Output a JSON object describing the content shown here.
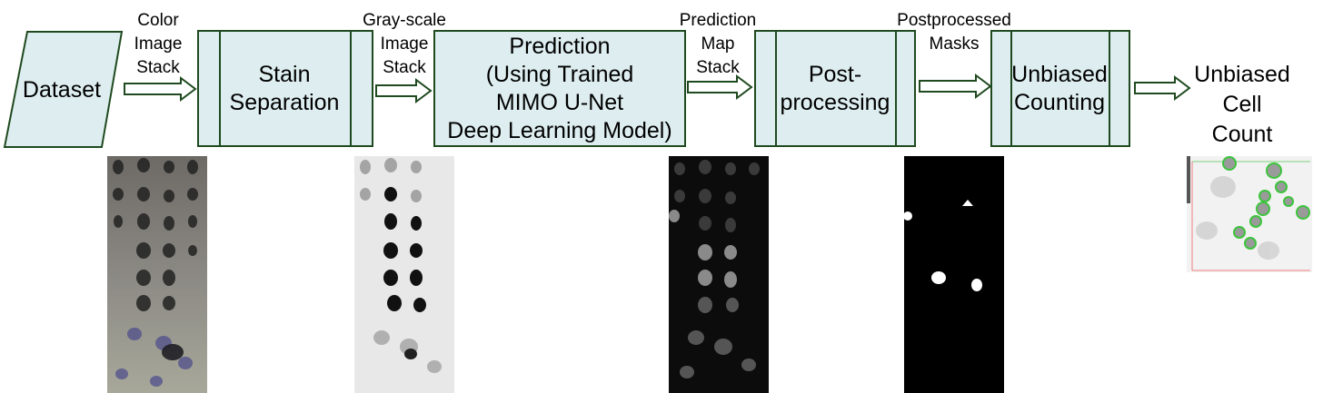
{
  "flow": {
    "dataset": "Dataset",
    "steps": [
      {
        "label": "Stain\nSeparation"
      },
      {
        "label": "Prediction\n(Using Trained\nMIMO U-Net\nDeep Learning Model)"
      },
      {
        "label": "Post-\nprocessing"
      },
      {
        "label": "Unbiased\nCounting"
      }
    ],
    "edges": [
      {
        "label": "Color\nImage\nStack"
      },
      {
        "label": "Gray-scale\nImage\nStack"
      },
      {
        "label": "Prediction\nMap\nStack"
      },
      {
        "label": "Postprocessed\nMasks"
      }
    ],
    "output": "Unbiased\nCell\nCount"
  },
  "colors": {
    "box_fill": "#deeef0",
    "box_stroke": "#1f4a1f",
    "detected_cell_outline": "#3cc43c"
  },
  "images": [
    {
      "name": "color-image-stack",
      "icon": "microscopy-color-stack"
    },
    {
      "name": "grayscale-image-stack",
      "icon": "microscopy-gray-stack"
    },
    {
      "name": "prediction-map-stack",
      "icon": "prediction-heatmap"
    },
    {
      "name": "postprocessed-masks",
      "icon": "binary-mask"
    },
    {
      "name": "unbiased-count-result",
      "icon": "cells-outlined"
    }
  ]
}
